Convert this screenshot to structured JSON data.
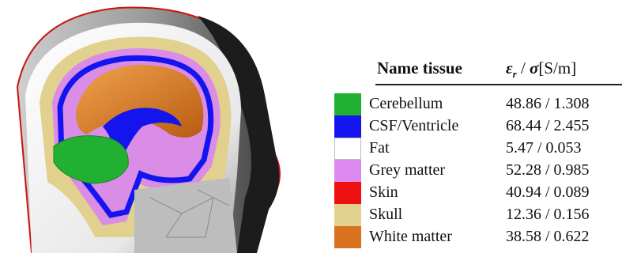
{
  "legend": {
    "header_name": "Name tissue",
    "header_prop_symbols": "εr / σ",
    "header_prop_unit": "[S/m]",
    "tissues": [
      {
        "name": "Cerebellum",
        "value": "48.86 / 1.308",
        "color": "#22b033"
      },
      {
        "name": "CSF/Ventricle",
        "value": "68.44 / 2.455",
        "color": "#1414ee"
      },
      {
        "name": "Fat",
        "value": "5.47 / 0.053",
        "color": "#ffffff"
      },
      {
        "name": "Grey matter",
        "value": "52.28 / 0.985",
        "color": "#dd88ee"
      },
      {
        "name": "Skin",
        "value": "40.94 / 0.089",
        "color": "#ee1111"
      },
      {
        "name": "Skull",
        "value": "12.36 / 0.156",
        "color": "#e2d08e"
      },
      {
        "name": "White matter",
        "value": "38.58 / 0.622",
        "color": "#d9721e"
      }
    ]
  }
}
